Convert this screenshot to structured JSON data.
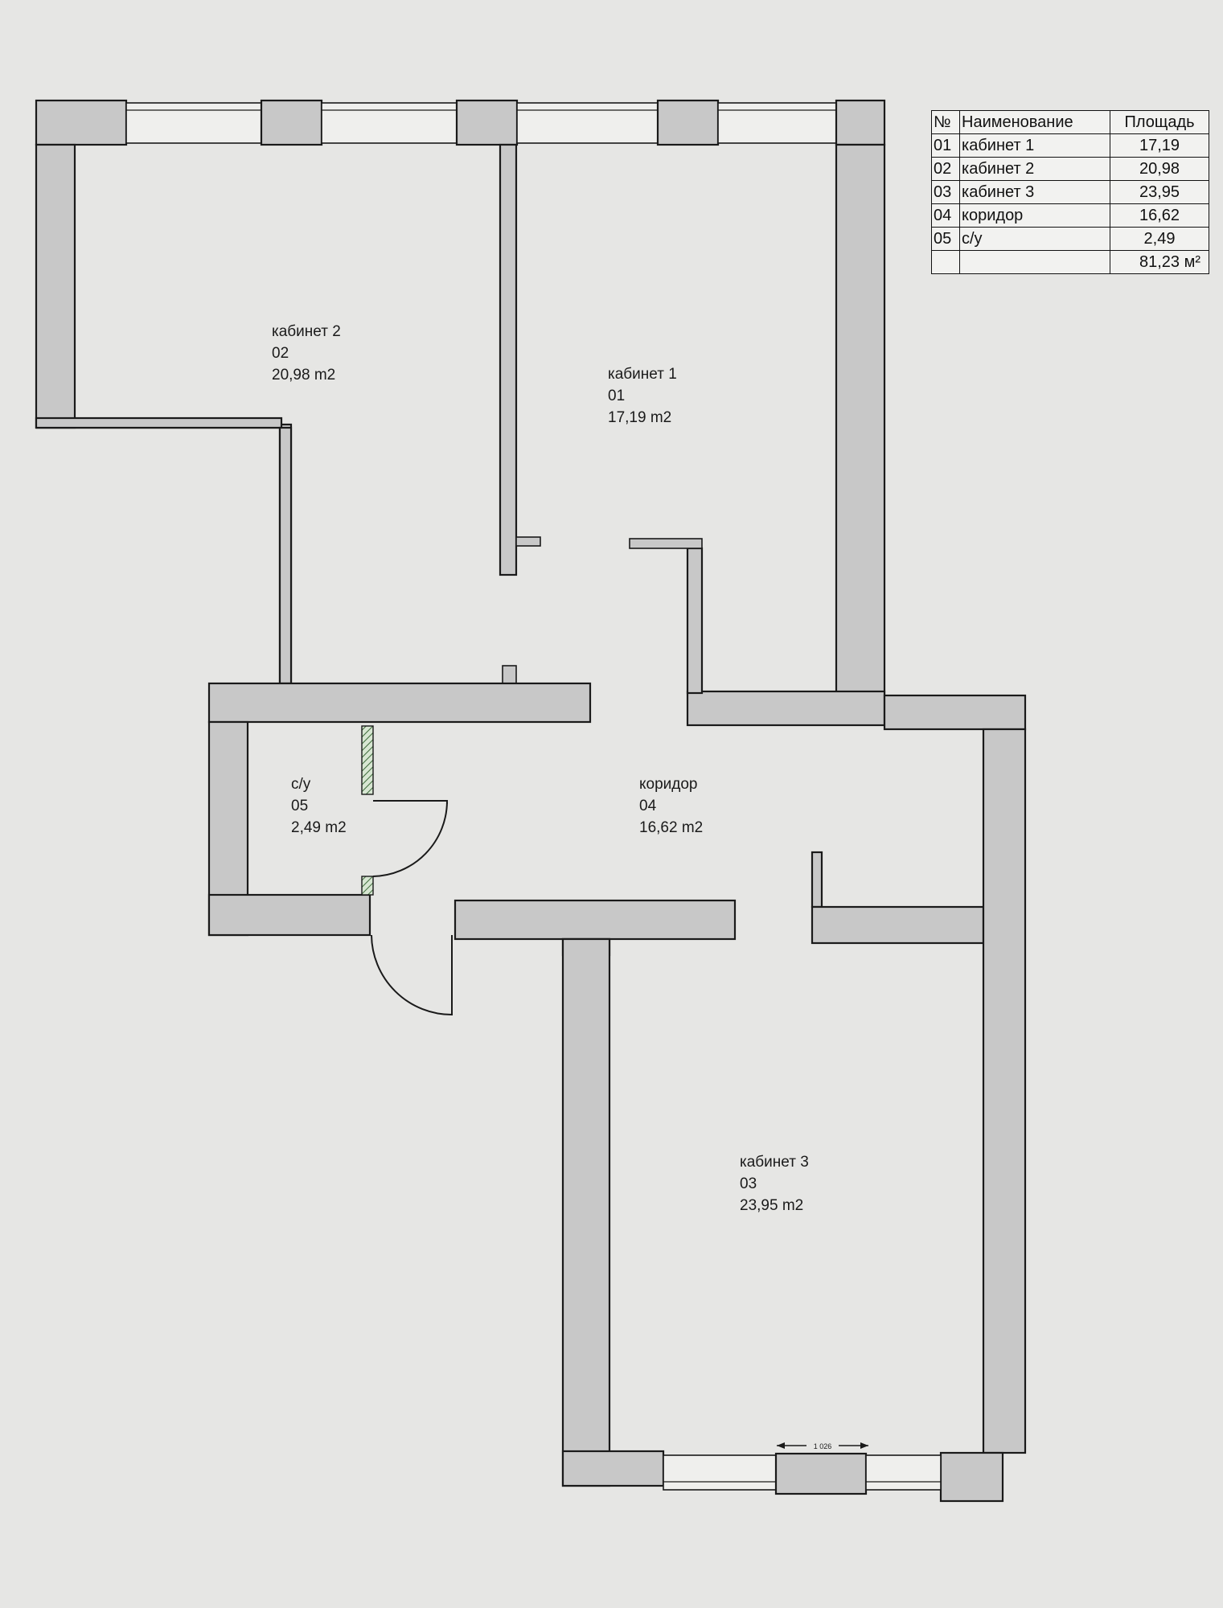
{
  "table": {
    "headers": [
      "№",
      "Наименование",
      "Площадь"
    ],
    "rows": [
      {
        "no": "01",
        "name": "кабинет 1",
        "area": "17,19"
      },
      {
        "no": "02",
        "name": "кабинет 2",
        "area": "20,98"
      },
      {
        "no": "03",
        "name": "кабинет 3",
        "area": "23,95"
      },
      {
        "no": "04",
        "name": "коридор",
        "area": "16,62"
      },
      {
        "no": "05",
        "name": "с/у",
        "area": "2,49"
      }
    ],
    "total": "81,23 м²"
  },
  "rooms": [
    {
      "id": "cab2",
      "name": "кабинет 2",
      "number": "02",
      "area": "20,98 m2"
    },
    {
      "id": "cab1",
      "name": "кабинет 1",
      "number": "01",
      "area": "17,19 m2"
    },
    {
      "id": "wc",
      "name": "с/у",
      "number": "05",
      "area": "2,49 m2"
    },
    {
      "id": "corridor",
      "name": "коридор",
      "number": "04",
      "area": "16,62 m2"
    },
    {
      "id": "cab3",
      "name": "кабинет 3",
      "number": "03",
      "area": "23,95 m2"
    }
  ],
  "dimension": "1 026",
  "colors": {
    "wall": "#c8c8c8",
    "line": "#1a1a1a",
    "background": "#e6e6e4"
  }
}
